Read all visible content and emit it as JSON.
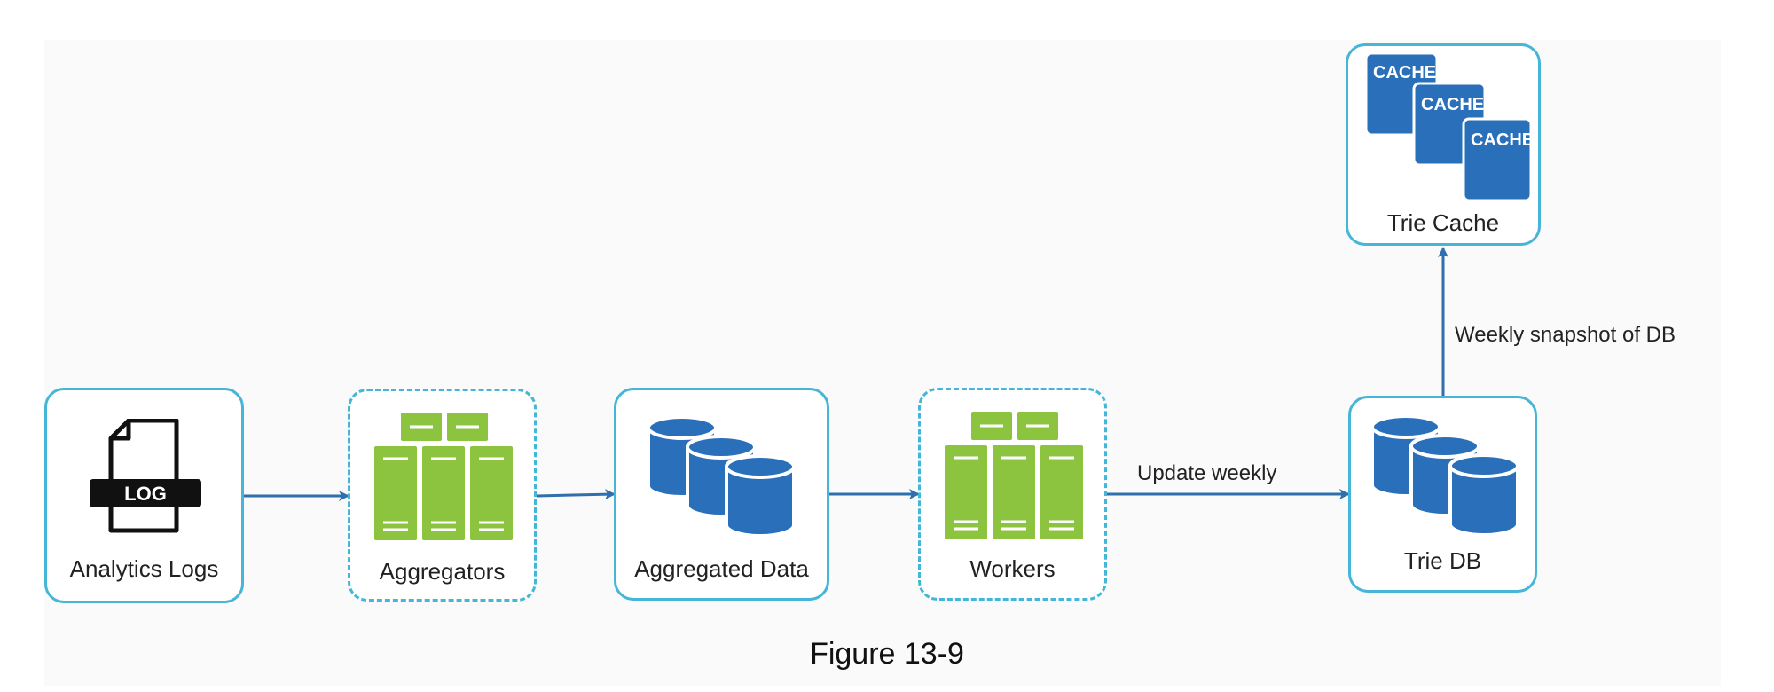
{
  "nodes": {
    "analytics_logs": {
      "label": "Analytics Logs",
      "icon": "log-file-icon",
      "icon_text": "LOG"
    },
    "aggregators": {
      "label": "Aggregators",
      "icon": "server-rack-icon"
    },
    "aggregated_data": {
      "label": "Aggregated Data",
      "icon": "database-icon"
    },
    "workers": {
      "label": "Workers",
      "icon": "server-rack-icon"
    },
    "trie_db": {
      "label": "Trie DB",
      "icon": "database-icon"
    },
    "trie_cache": {
      "label": "Trie Cache",
      "icon": "cache-icon",
      "icon_text": [
        "CACHE",
        "CACHE",
        "CACHE"
      ]
    }
  },
  "edges": {
    "workers_to_trie_db": "Update weekly",
    "trie_db_to_trie_cache": "Weekly snapshot of DB"
  },
  "caption": "Figure 13-9",
  "colors": {
    "node_border": "#45b6d8",
    "arrow": "#2f6fad",
    "server_green": "#8cc43f",
    "database_blue": "#2a6fba",
    "cache_blue": "#2a6fba"
  }
}
